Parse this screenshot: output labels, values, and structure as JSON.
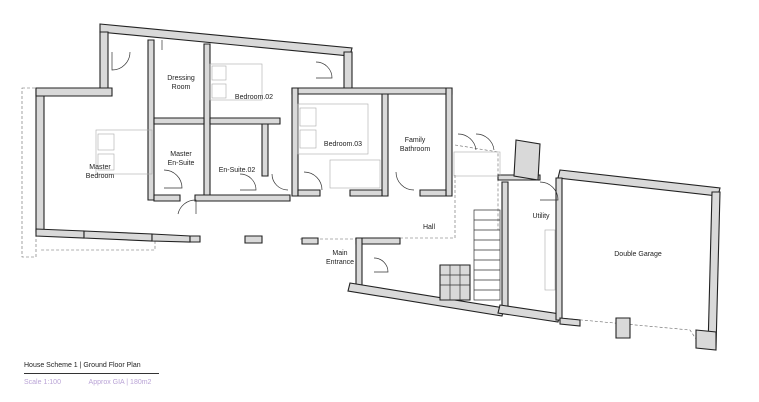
{
  "plan": {
    "rooms": [
      {
        "id": "dressing-room",
        "label": [
          "Dressing",
          "Room"
        ]
      },
      {
        "id": "bedroom-02",
        "label": [
          "Bedroom.02"
        ]
      },
      {
        "id": "bedroom-03",
        "label": [
          "Bedroom.03"
        ]
      },
      {
        "id": "master-bedroom",
        "label": [
          "Master",
          "Bedroom"
        ]
      },
      {
        "id": "master-ensuite",
        "label": [
          "Master",
          "En-Suite"
        ]
      },
      {
        "id": "ensuite-02",
        "label": [
          "En-Suite.02"
        ]
      },
      {
        "id": "family-bathroom",
        "label": [
          "Family",
          "Bathroom"
        ]
      },
      {
        "id": "hall",
        "label": [
          "Hall"
        ]
      },
      {
        "id": "main-entrance",
        "label": [
          "Main",
          "Entrance"
        ]
      },
      {
        "id": "utility",
        "label": [
          "Utility"
        ]
      },
      {
        "id": "double-garage",
        "label": [
          "Double Garage"
        ]
      }
    ]
  },
  "footer": {
    "title": "House Scheme 1 | Ground Floor Plan",
    "scale": "Scale 1:100",
    "area": "Approx GIA | 180m2"
  },
  "colors": {
    "wall_fill": "#d9d9d9",
    "line": "#222222",
    "meta_text": "#b9a3d6"
  }
}
